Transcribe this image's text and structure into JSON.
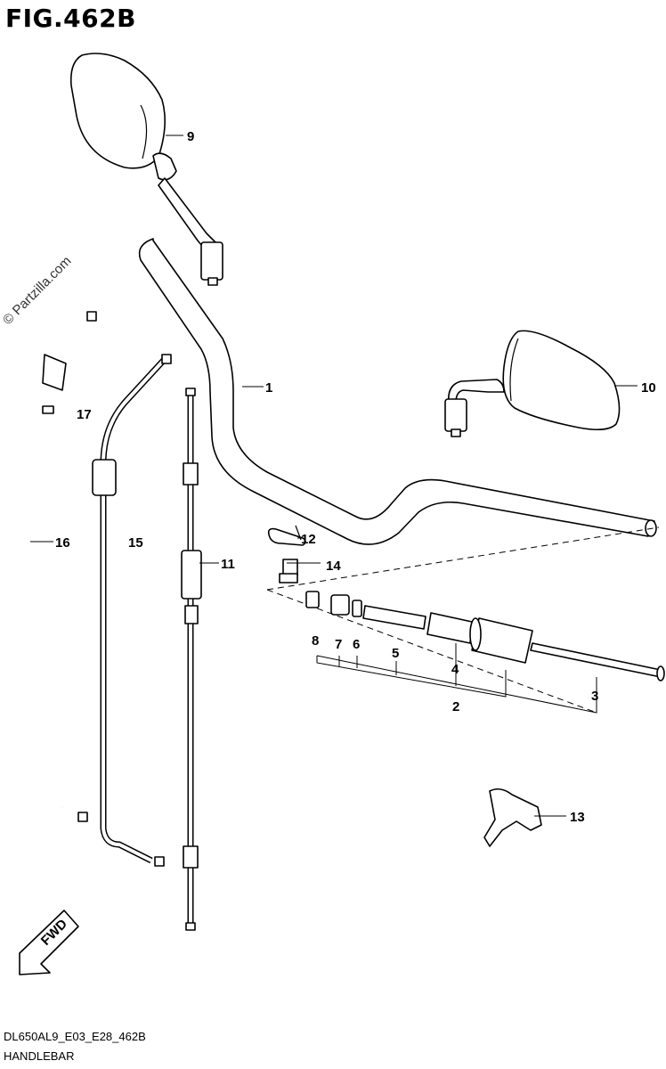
{
  "figure": {
    "title": "FIG.462B",
    "code": "DL650AL9_E03_E28_462B",
    "name": "HANDLEBAR"
  },
  "watermark": "© Partzilla.com",
  "fwd_label": "FWD",
  "callouts": {
    "c1": "1",
    "c2": "2",
    "c3": "3",
    "c4": "4",
    "c5": "5",
    "c6": "6",
    "c7": "7",
    "c8": "8",
    "c9": "9",
    "c10": "10",
    "c11": "11",
    "c12": "12",
    "c13": "13",
    "c14": "14",
    "c15": "15",
    "c16": "16",
    "c17": "17"
  }
}
